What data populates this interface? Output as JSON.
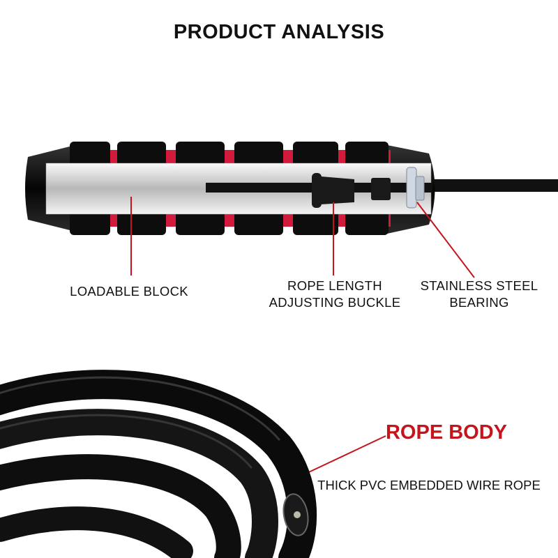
{
  "title": "PRODUCT ANALYSIS",
  "labels": {
    "loadable_block": "LOADABLE BLOCK",
    "buckle_line1": "ROPE LENGTH",
    "buckle_line2": "ADJUSTING BUCKLE",
    "bearing_line1": "STAINLESS STEEL",
    "bearing_line2": "BEARING"
  },
  "rope": {
    "heading": "ROPE BODY",
    "description": "THICK PVC EMBEDDED WIRE ROPE"
  },
  "colors": {
    "accent": "#c4141c",
    "foam": "#0d0d0d",
    "foam_gap": "#d11a3c"
  }
}
